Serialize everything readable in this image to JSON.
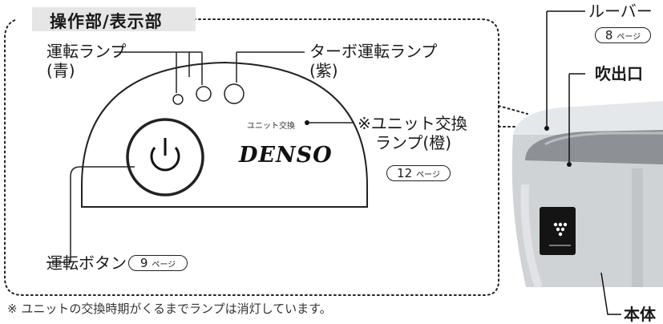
{
  "panel": {
    "title": "操作部/表示部",
    "run_lamp": {
      "label": "運転ランプ",
      "color": "(青)"
    },
    "turbo_lamp": {
      "label": "ターボ運転ランプ",
      "color": "(紫)"
    },
    "unit_lamp": {
      "label": "※ユニット交換",
      "label2": "ランプ(橙)",
      "page_num": "12",
      "page_suffix": "ページ"
    },
    "run_button": {
      "label": "運転ボタン",
      "page_num": "9",
      "page_suffix": "ページ"
    },
    "panel_print_unit": "ユニット交換",
    "brand": "DENSO"
  },
  "device": {
    "louver": {
      "label": "ルーバー",
      "page_num": "8",
      "page_suffix": "ページ"
    },
    "outlet": {
      "label": "吹出口"
    },
    "body": {
      "label": "本体"
    }
  },
  "footnote": "※ ユニットの交換時期がくるまでランプは消灯しています。"
}
